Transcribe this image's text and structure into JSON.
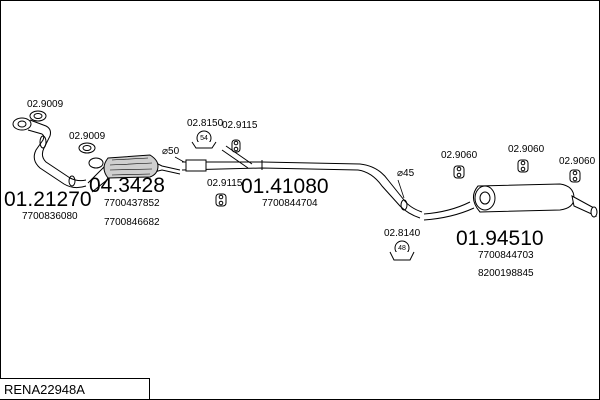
{
  "title": "RENA22948A",
  "parts": [
    {
      "code": "01.21270",
      "oem": [
        "7700836080"
      ]
    },
    {
      "code": "04.3428",
      "oem": [
        "7700437852",
        "7700846682"
      ]
    },
    {
      "code": "01.41080",
      "oem": [
        "7700844704"
      ]
    },
    {
      "code": "01.94510",
      "oem": [
        "7700844703",
        "8200198845"
      ]
    }
  ],
  "fittings": {
    "gasket_1": "02.9009",
    "gasket_2": "02.9009",
    "clamp_1": "02.8150",
    "clamp_1_size": "54",
    "hanger_1": "02.9115",
    "hanger_2": "02.9115",
    "clamp_2": "02.8140",
    "clamp_2_size": "48",
    "hanger_3": "02.9060",
    "hanger_4": "02.9060",
    "hanger_5": "02.9060"
  },
  "diameters": {
    "d1": "⌀50",
    "d2": "⌀45"
  },
  "colors": {
    "line": "#000000",
    "fill": "#ffffff",
    "cat_fill": "#cfcfcf"
  }
}
